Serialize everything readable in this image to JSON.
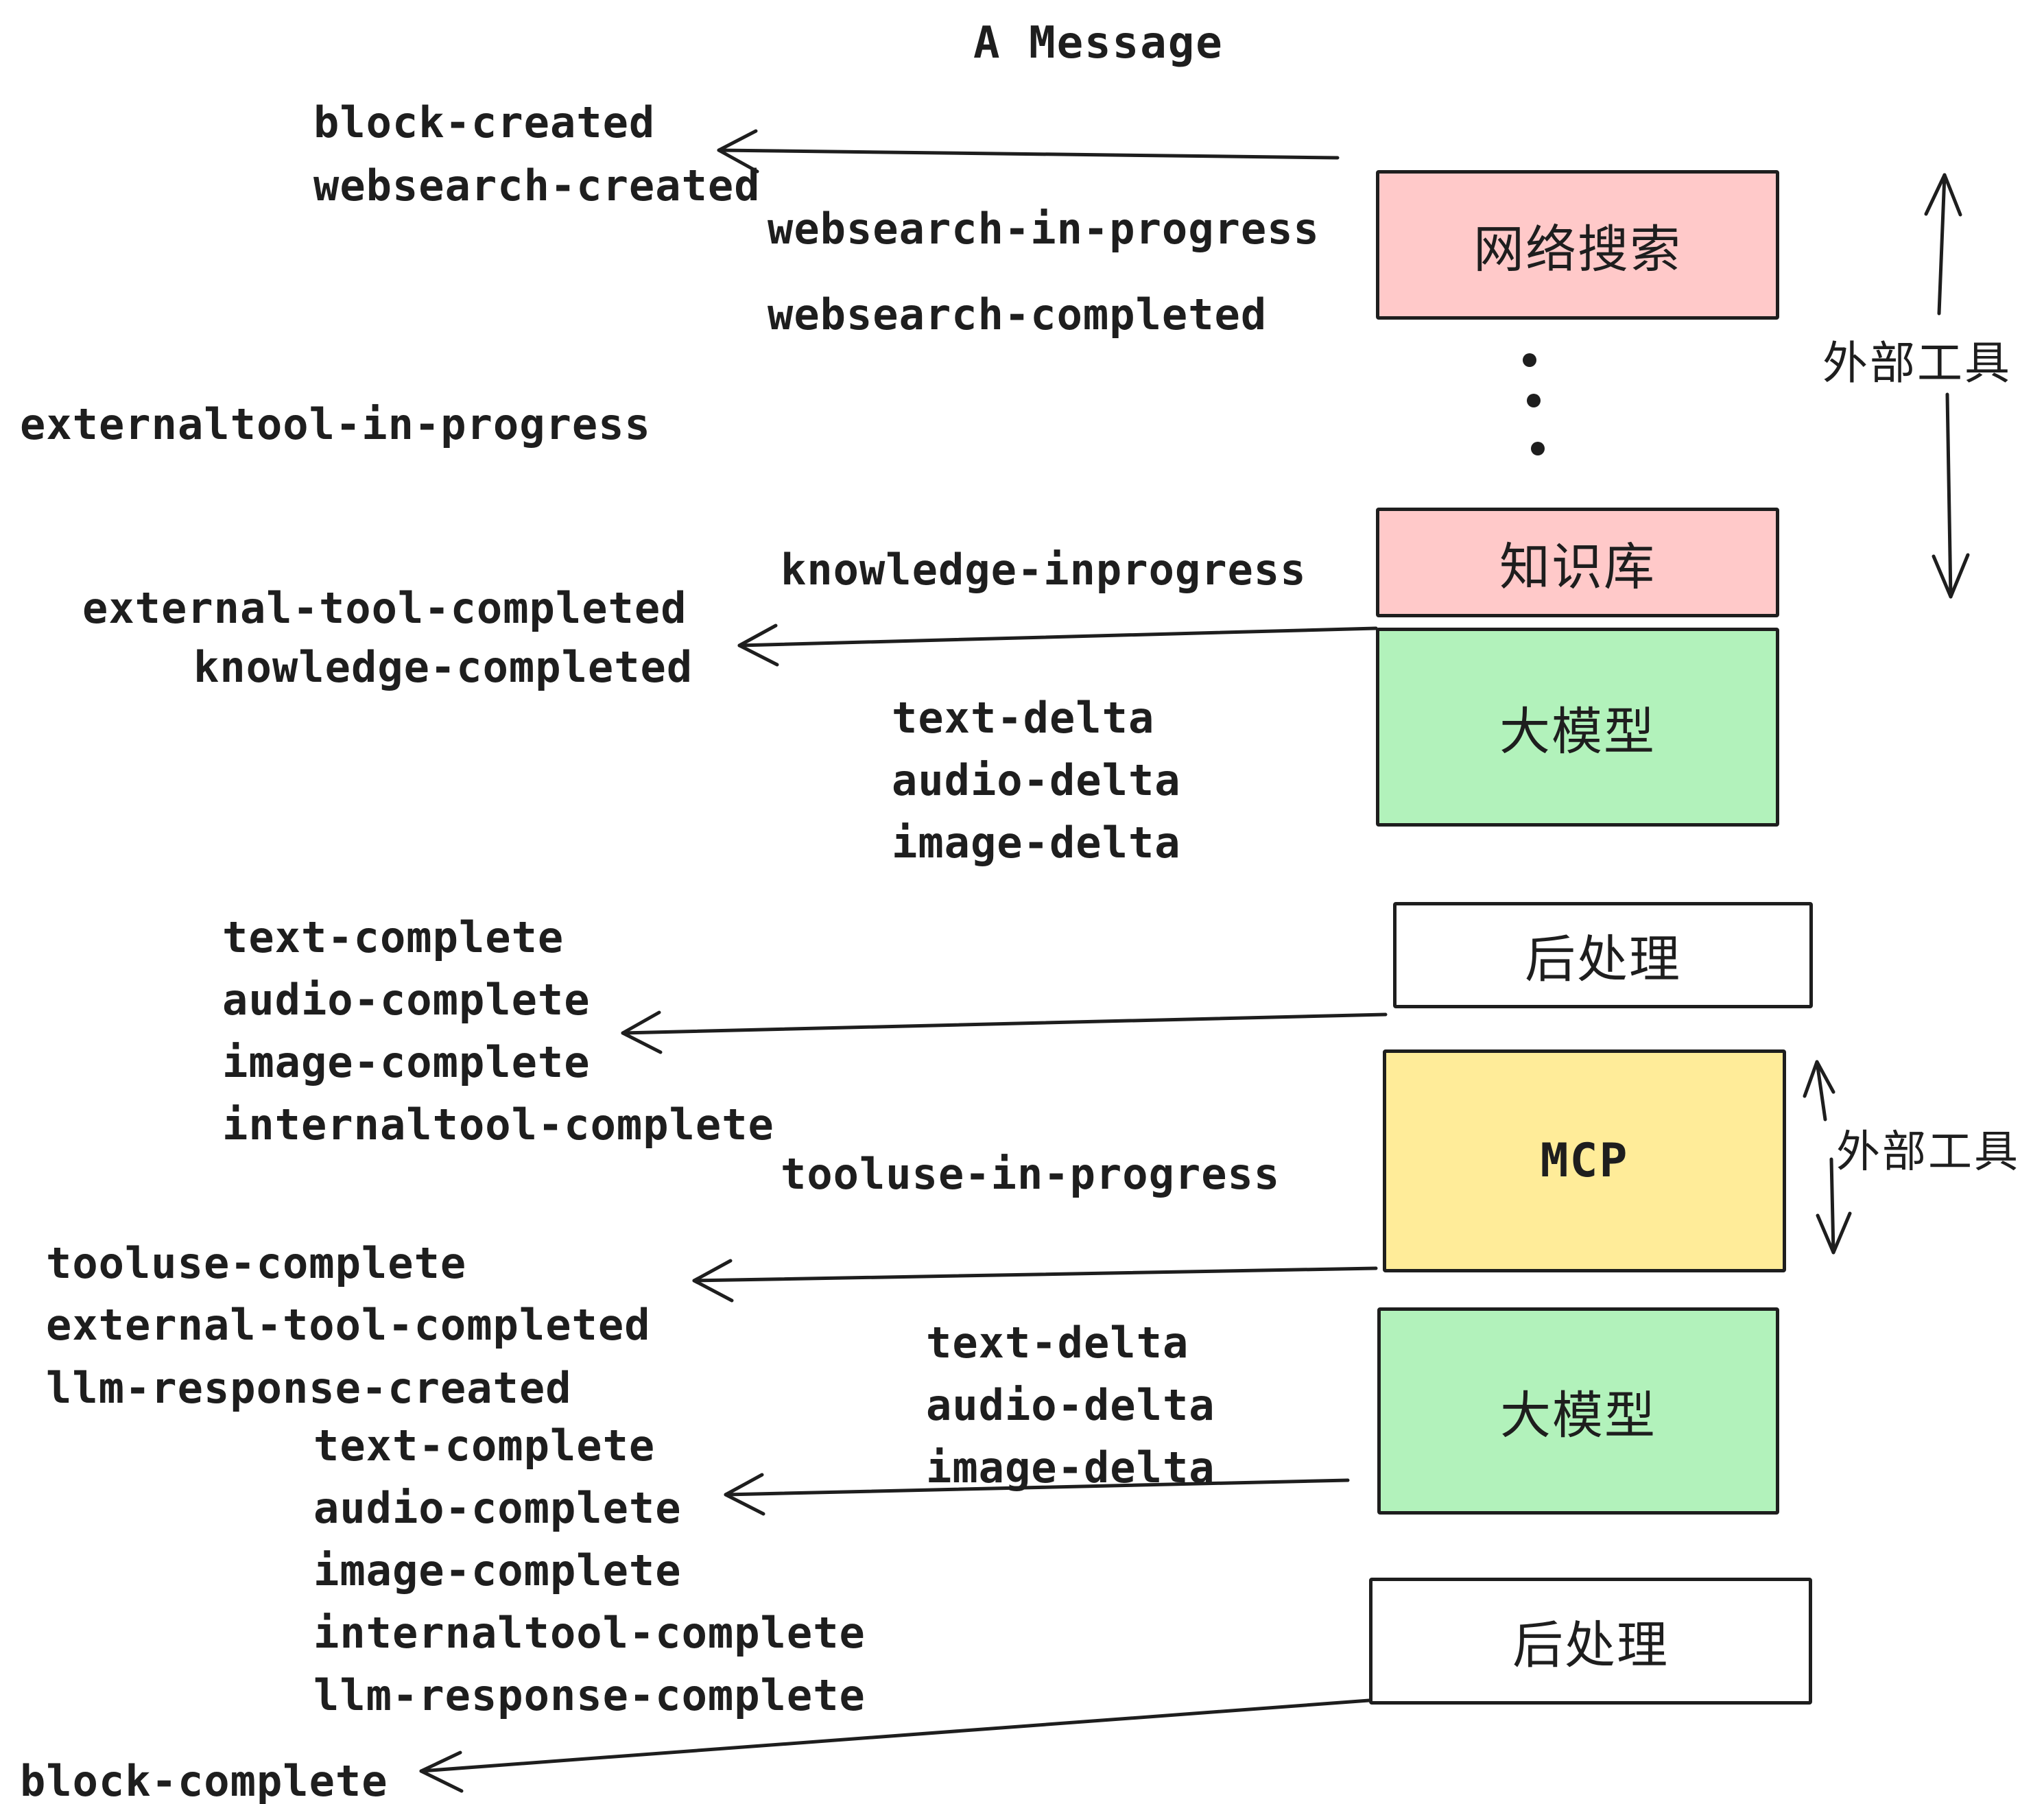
{
  "title": "A Message",
  "labels": {
    "block_created": "block-created",
    "websearch_created": "websearch-created",
    "websearch_in_progress": "websearch-in-progress",
    "websearch_completed": "websearch-completed",
    "externaltool_in_progress": "externaltool-in-progress",
    "knowledge_inprogress": "knowledge-inprogress",
    "external_tool_completed": "external-tool-completed",
    "knowledge_completed": "knowledge-completed",
    "delta_events_1": [
      "text-delta",
      "audio-delta",
      "image-delta"
    ],
    "complete_events_1": [
      "text-complete",
      "audio-complete",
      "image-complete",
      "internaltool-complete"
    ],
    "tooluse_in_progress": "tooluse-in-progress",
    "tooluse_complete": "tooluse-complete",
    "external_tool_completed_2": "external-tool-completed",
    "llm_response_created": "llm-response-created",
    "delta_events_2": [
      "text-delta",
      "audio-delta",
      "image-delta"
    ],
    "complete_events_2": [
      "text-complete",
      "audio-complete",
      "image-complete",
      "internaltool-complete",
      "llm-response-complete"
    ],
    "block_complete": "block-complete"
  },
  "boxes": [
    {
      "label": "网络搜索",
      "fill": "#ffc9c9"
    },
    {
      "label": "知识库",
      "fill": "#ffc9c9"
    },
    {
      "label": "大模型",
      "fill": "#b2f2bb"
    },
    {
      "label": "后处理",
      "fill": "#ffffff"
    },
    {
      "label": "MCP",
      "fill": "#ffec99"
    },
    {
      "label": "大模型",
      "fill": "#b2f2bb"
    },
    {
      "label": "后处理",
      "fill": "#ffffff"
    }
  ],
  "side_labels": {
    "external_tools_top": "外部工具",
    "external_tools_mid": "外部工具"
  },
  "colors": {
    "ink": "#1e1e1e",
    "box_pink": "#ffc9c9",
    "box_green": "#b2f2bb",
    "box_yellow": "#ffec99",
    "box_white": "#ffffff"
  }
}
